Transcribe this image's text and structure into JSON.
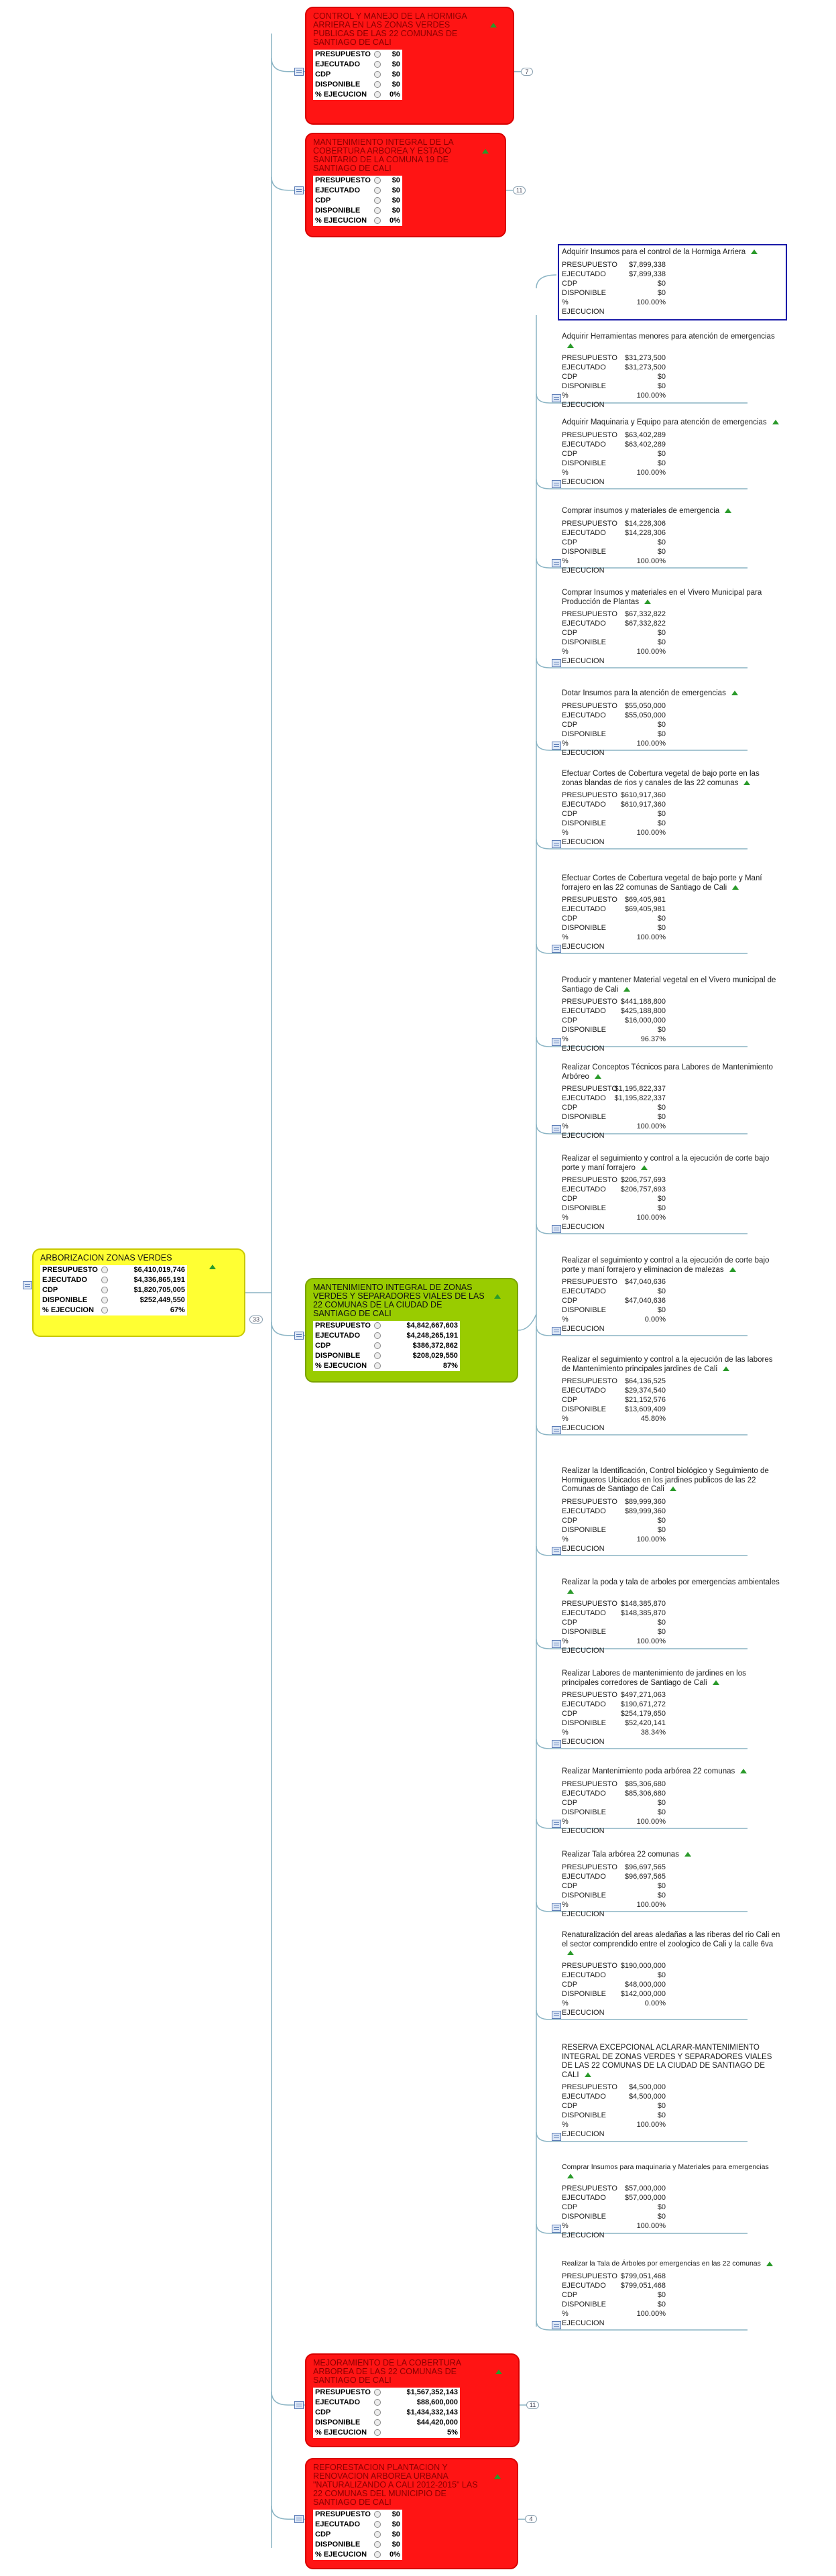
{
  "root": {
    "title": "ARBORIZACION ZONAS VERDES",
    "rows": [
      {
        "label": "PRESUPUESTO",
        "value": "$6,410,019,746"
      },
      {
        "label": "EJECUTADO",
        "value": "$4,336,865,191"
      },
      {
        "label": "CDP",
        "value": "$1,820,705,005"
      },
      {
        "label": "DISPONIBLE",
        "value": "$252,449,550"
      },
      {
        "label": "% EJECUCION",
        "value": "67%"
      }
    ],
    "badge": "33"
  },
  "branches": [
    {
      "title": "CONTROL Y MANEJO DE LA HORMIGA ARRIERA EN LAS ZONAS VERDES PUBLICAS DE LAS 22 COMUNAS DE SANTIAGO DE CALI",
      "rows": [
        {
          "label": "PRESUPUESTO",
          "value": "$0"
        },
        {
          "label": "EJECUTADO",
          "value": "$0"
        },
        {
          "label": "CDP",
          "value": "$0"
        },
        {
          "label": "DISPONIBLE",
          "value": "$0"
        },
        {
          "label": "% EJECUCION",
          "value": "0%"
        }
      ],
      "badge": "7"
    },
    {
      "title": "MANTENIMIENTO INTEGRAL DE LA COBERTURA ARBOREA Y ESTADO SANITARIO DE LA COMUNA 19 DE SANTIAGO DE CALI",
      "rows": [
        {
          "label": "PRESUPUESTO",
          "value": "$0"
        },
        {
          "label": "EJECUTADO",
          "value": "$0"
        },
        {
          "label": "CDP",
          "value": "$0"
        },
        {
          "label": "DISPONIBLE",
          "value": "$0"
        },
        {
          "label": "% EJECUCION",
          "value": "0%"
        }
      ],
      "badge": "11"
    },
    {
      "title": "MANTENIMIENTO INTEGRAL DE ZONAS VERDES Y SEPARADORES VIALES DE LAS 22 COMUNAS DE LA CIUDAD DE SANTIAGO DE CALI",
      "rows": [
        {
          "label": "PRESUPUESTO",
          "value": "$4,842,667,603"
        },
        {
          "label": "EJECUTADO",
          "value": "$4,248,265,191"
        },
        {
          "label": "CDP",
          "value": "$386,372,862"
        },
        {
          "label": "DISPONIBLE",
          "value": "$208,029,550"
        },
        {
          "label": "% EJECUCION",
          "value": "87%"
        }
      ],
      "badge": ""
    },
    {
      "title": "MEJORAMIENTO DE LA COBERTURA ARBOREA DE LAS 22 COMUNAS DE SANTIAGO DE CALI",
      "rows": [
        {
          "label": "PRESUPUESTO",
          "value": "$1,567,352,143"
        },
        {
          "label": "EJECUTADO",
          "value": "$88,600,000"
        },
        {
          "label": "CDP",
          "value": "$1,434,332,143"
        },
        {
          "label": "DISPONIBLE",
          "value": "$44,420,000"
        },
        {
          "label": "% EJECUCION",
          "value": "5%"
        }
      ],
      "badge": "11"
    },
    {
      "title": "REFORESTACION PLANTACION Y RENOVACION ARBOREA URBANA \"NATURALIZANDO A CALI 2012-2015\" LAS 22 COMUNAS DEL MUNICIPIO DE SANTIAGO DE CALI",
      "rows": [
        {
          "label": "PRESUPUESTO",
          "value": "$0"
        },
        {
          "label": "EJECUTADO",
          "value": "$0"
        },
        {
          "label": "CDP",
          "value": "$0"
        },
        {
          "label": "DISPONIBLE",
          "value": "$0"
        },
        {
          "label": "% EJECUCION",
          "value": "0%"
        }
      ],
      "badge": "4"
    }
  ],
  "leaves": [
    {
      "title": "Adquirir  Insumos para el control de la  Hormiga Arriera",
      "p": "$7,899,338",
      "e": "$7,899,338",
      "c": "$0",
      "d": "$0",
      "x": "100.00%",
      "selected": true
    },
    {
      "title": "Adquirir Herramientas menores para atención de emergencias",
      "p": "$31,273,500",
      "e": "$31,273,500",
      "c": "$0",
      "d": "$0",
      "x": "100.00%"
    },
    {
      "title": "Adquirir Maquinaria y Equipo para atención de emergencias",
      "p": "$63,402,289",
      "e": "$63,402,289",
      "c": "$0",
      "d": "$0",
      "x": "100.00%"
    },
    {
      "title": "Comprar insumos y materiales de emergencia",
      "p": "$14,228,306",
      "e": "$14,228,306",
      "c": "$0",
      "d": "$0",
      "x": "100.00%"
    },
    {
      "title": "Comprar Insumos y materiales en el Vivero Municipal para Producción de Plantas",
      "p": "$67,332,822",
      "e": "$67,332,822",
      "c": "$0",
      "d": "$0",
      "x": "100.00%"
    },
    {
      "title": "Dotar Insumos  para la atención de emergencias",
      "p": "$55,050,000",
      "e": "$55,050,000",
      "c": "$0",
      "d": "$0",
      "x": "100.00%"
    },
    {
      "title": "Efectuar Cortes de Cobertura vegetal de bajo porte en las zonas blandas de rios y canales de las 22 comunas",
      "p": "$610,917,360",
      "e": "$610,917,360",
      "c": "$0",
      "d": "$0",
      "x": "100.00%"
    },
    {
      "title": "Efectuar Cortes de Cobertura vegetal de bajo porte y Maní forrajero en las 22 comunas de Santiago de Cali",
      "p": "$69,405,981",
      "e": "$69,405,981",
      "c": "$0",
      "d": "$0",
      "x": "100.00%"
    },
    {
      "title": "Producir y mantener Material vegetal en el Vivero municipal de Santiago de Cali",
      "p": "$441,188,800",
      "e": "$425,188,800",
      "c": "$16,000,000",
      "d": "$0",
      "x": "96.37%"
    },
    {
      "title": "Realizar Conceptos Técnicos para Labores de Mantenimiento Arbóreo",
      "p": "$1,195,822,337",
      "e": "$1,195,822,337",
      "c": "$0",
      "d": "$0",
      "x": "100.00%"
    },
    {
      "title": "Realizar el seguimiento y control a la ejecución de corte bajo porte y maní forrajero",
      "p": "$206,757,693",
      "e": "$206,757,693",
      "c": "$0",
      "d": "$0",
      "x": "100.00%"
    },
    {
      "title": "Realizar el seguimiento y control a la ejecución de corte bajo porte y maní forrajero y eliminacion de malezas",
      "p": "$47,040,636",
      "e": "$0",
      "c": "$47,040,636",
      "d": "$0",
      "x": "0.00%"
    },
    {
      "title": "Realizar el seguimiento y control a la ejecución de las  labores de Mantenimiento principales jardines de Cali",
      "p": "$64,136,525",
      "e": "$29,374,540",
      "c": "$21,152,576",
      "d": "$13,609,409",
      "x": "45.80%"
    },
    {
      "title": "Realizar la Identificación, Control biológico  y Seguimiento de Hormigueros Ubicados en los jardines publicos de las 22 Comunas de Santiago de Cali",
      "p": "$89,999,360",
      "e": "$89,999,360",
      "c": "$0",
      "d": "$0",
      "x": "100.00%"
    },
    {
      "title": "Realizar la poda y tala de arboles por emergencias ambientales",
      "p": "$148,385,870",
      "e": "$148,385,870",
      "c": "$0",
      "d": "$0",
      "x": "100.00%"
    },
    {
      "title": "Realizar Labores de mantenimiento de jardines en los principales corredores de Santiago de Cali",
      "p": "$497,271,063",
      "e": "$190,671,272",
      "c": "$254,179,650",
      "d": "$52,420,141",
      "x": "38.34%"
    },
    {
      "title": "Realizar Mantenimiento poda arbórea 22 comunas",
      "p": "$85,306,680",
      "e": "$85,306,680",
      "c": "$0",
      "d": "$0",
      "x": "100.00%"
    },
    {
      "title": "Realizar Tala arbórea 22 comunas",
      "p": "$96,697,565",
      "e": "$96,697,565",
      "c": "$0",
      "d": "$0",
      "x": "100.00%"
    },
    {
      "title": "Renaturalización del areas aledañas a las riberas del rio Cali en el sector comprendido entre el zoologico de Cali y la calle 6va",
      "p": "$190,000,000",
      "e": "$0",
      "c": "$48,000,000",
      "d": "$142,000,000",
      "x": "0.00%"
    },
    {
      "title": "RESERVA EXCEPCIONAL ACLARAR-MANTENIMIENTO INTEGRAL DE ZONAS VERDES Y SEPARADORES VIALES DE LAS 22 COMUNAS DE LA CIUDAD DE SANTIAGO DE CALI",
      "p": "$4,500,000",
      "e": "$4,500,000",
      "c": "$0",
      "d": "$0",
      "x": "100.00%"
    },
    {
      "title": "Comprar Insumos para maquinaria  y Materiales para emergencias",
      "p": "$57,000,000",
      "e": "$57,000,000",
      "c": "$0",
      "d": "$0",
      "x": "100.00%",
      "small": true
    },
    {
      "title": "Realizar la Tala de Árboles por  emergencias en las 22 comunas",
      "p": "$799,051,468",
      "e": "$799,051,468",
      "c": "$0",
      "d": "$0",
      "x": "100.00%",
      "small": true
    }
  ],
  "labels": {
    "p": "PRESUPUESTO",
    "e": "EJECUTADO",
    "c": "CDP",
    "d": "DISPONIBLE",
    "x": "% EJECUCION"
  }
}
